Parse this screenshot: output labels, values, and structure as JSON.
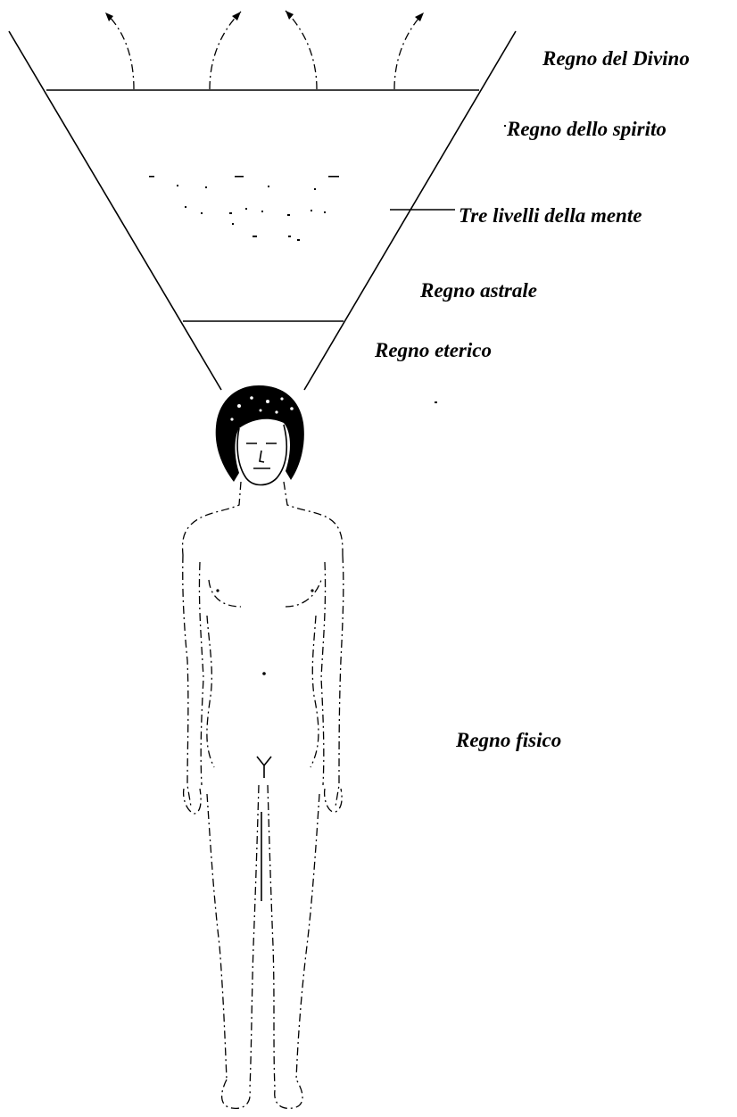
{
  "labels": {
    "divine": "Regno del Divino",
    "spirit": "Regno dello spirito",
    "mind": "Tre livelli della mente",
    "astral": "Regno astrale",
    "etheric": "Regno eterico",
    "physical": "Regno fisico"
  },
  "colors": {
    "ink": "#000000",
    "background": "#ffffff"
  }
}
